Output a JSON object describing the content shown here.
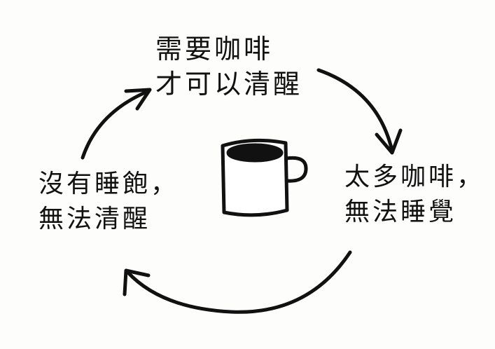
{
  "nodes": {
    "top": {
      "line1": "需要咖啡",
      "line2": "才可以清醒"
    },
    "right": {
      "line1": "太多咖啡，",
      "line2": "無法睡覺"
    },
    "left": {
      "line1": "沒有睡飽，",
      "line2": "無法清醒"
    }
  },
  "center": {
    "icon": "coffee-mug-icon"
  },
  "colors": {
    "ink": "#111111",
    "background": "#fdfdfc"
  }
}
